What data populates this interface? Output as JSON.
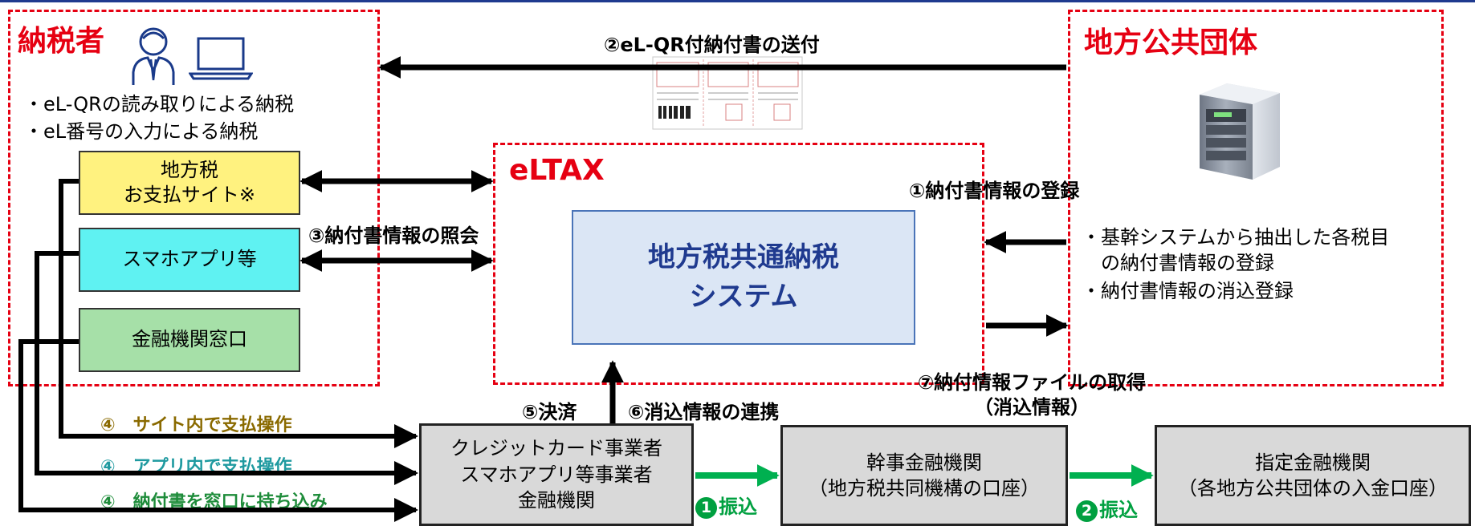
{
  "taxpayer": {
    "title": "納税者",
    "bullets": [
      "・eL-QRの読み取りによる納税",
      "・eL番号の入力による納税"
    ],
    "channels": [
      {
        "label": "地方税\nお支払サイト※",
        "color": "#fff27f"
      },
      {
        "label": "スマホアプリ等",
        "color": "#5ff2f2"
      },
      {
        "label": "金融機関窓口",
        "color": "#a6e0a8"
      }
    ]
  },
  "local_government": {
    "title": "地方公共団体",
    "bullets": [
      "・基幹システムから抽出した各税目",
      "　の納付書情報の登録",
      "・納付書情報の消込登録"
    ]
  },
  "eltax": {
    "title": "eLTAX",
    "system": "地方税共通納税\nシステム"
  },
  "steps": {
    "step1": "①納付書情報の登録",
    "step2": "②eL-QR付納付書の送付",
    "step3": "③納付書情報の照会",
    "step5": "⑤決済",
    "step6": "⑥消込情報の連携",
    "step7": "⑦納付情報ファイルの取得\n（消込情報）"
  },
  "payment_ops": [
    {
      "label": "④　サイト内で支払操作",
      "color": "#8a6a00"
    },
    {
      "label": "④　アプリ内で支払操作",
      "color": "#1f9aa0"
    },
    {
      "label": "④　納付書を窓口に持ち込み",
      "color": "#1e8c3a"
    }
  ],
  "institutions": {
    "payment_providers": "クレジットカード事業者\nスマホアプリ等事業者\n金融機関",
    "lead_bank": "幹事金融機関\n（地方税共同機構の口座）",
    "designated_bank": "指定金融機関\n（各地方公共団体の入金口座）"
  },
  "transfers": {
    "t1_num": "1",
    "t1_label": "振込",
    "t2_num": "2",
    "t2_label": "振込"
  }
}
